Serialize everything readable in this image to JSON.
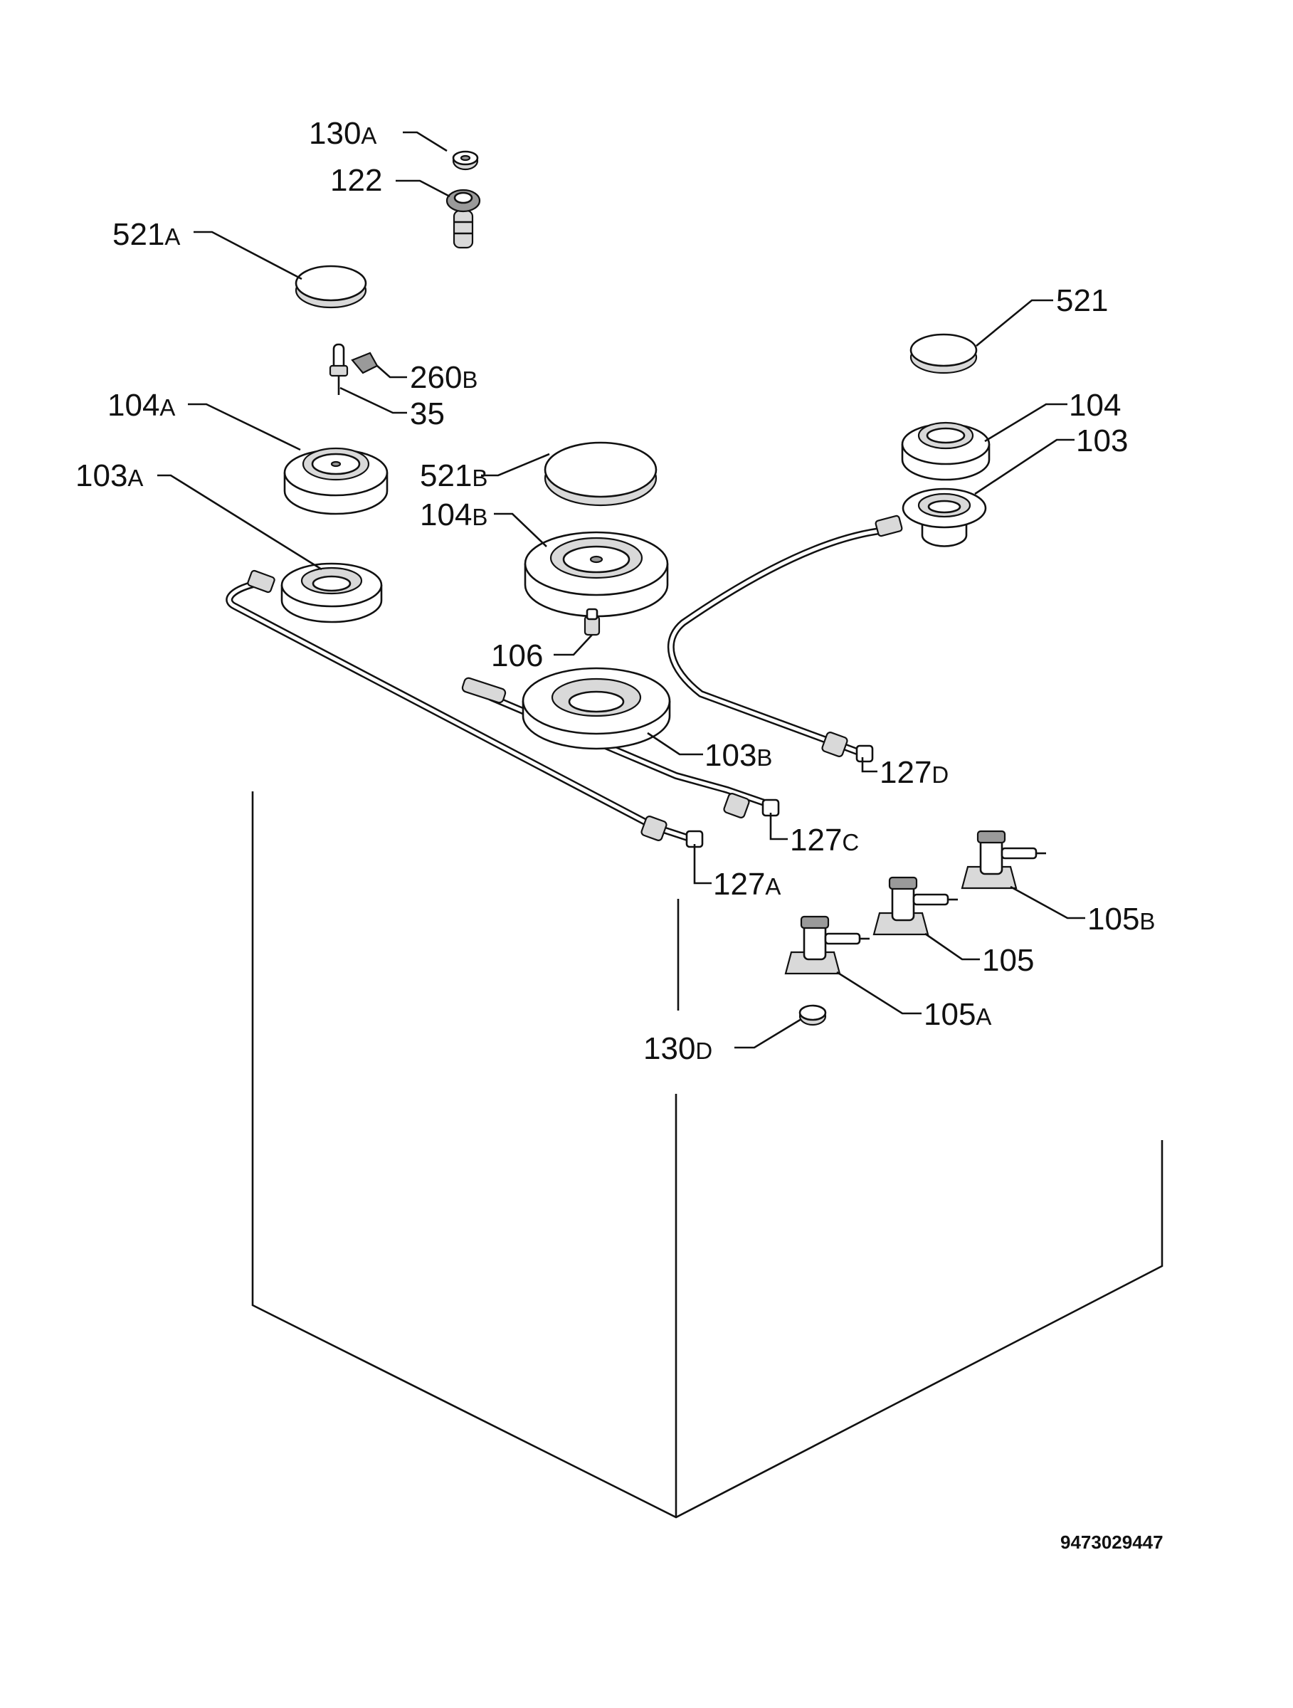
{
  "diagram_code": "9473029447",
  "labels": {
    "130A": {
      "num": "130",
      "suf": "A"
    },
    "122": {
      "num": "122",
      "suf": ""
    },
    "521A": {
      "num": "521",
      "suf": "A"
    },
    "521": {
      "num": "521",
      "suf": ""
    },
    "260B": {
      "num": "260",
      "suf": "B"
    },
    "35": {
      "num": "35",
      "suf": ""
    },
    "104A": {
      "num": "104",
      "suf": "A"
    },
    "104": {
      "num": "104",
      "suf": ""
    },
    "103": {
      "num": "103",
      "suf": ""
    },
    "521B": {
      "num": "521",
      "suf": "B"
    },
    "103A": {
      "num": "103",
      "suf": "A"
    },
    "104B": {
      "num": "104",
      "suf": "B"
    },
    "106": {
      "num": "106",
      "suf": ""
    },
    "103B": {
      "num": "103",
      "suf": "B"
    },
    "127D": {
      "num": "127",
      "suf": "D"
    },
    "127C": {
      "num": "127",
      "suf": "C"
    },
    "127A": {
      "num": "127",
      "suf": "A"
    },
    "105B": {
      "num": "105",
      "suf": "B"
    },
    "105": {
      "num": "105",
      "suf": ""
    },
    "105A": {
      "num": "105",
      "suf": "A"
    },
    "130D": {
      "num": "130",
      "suf": "D"
    }
  }
}
